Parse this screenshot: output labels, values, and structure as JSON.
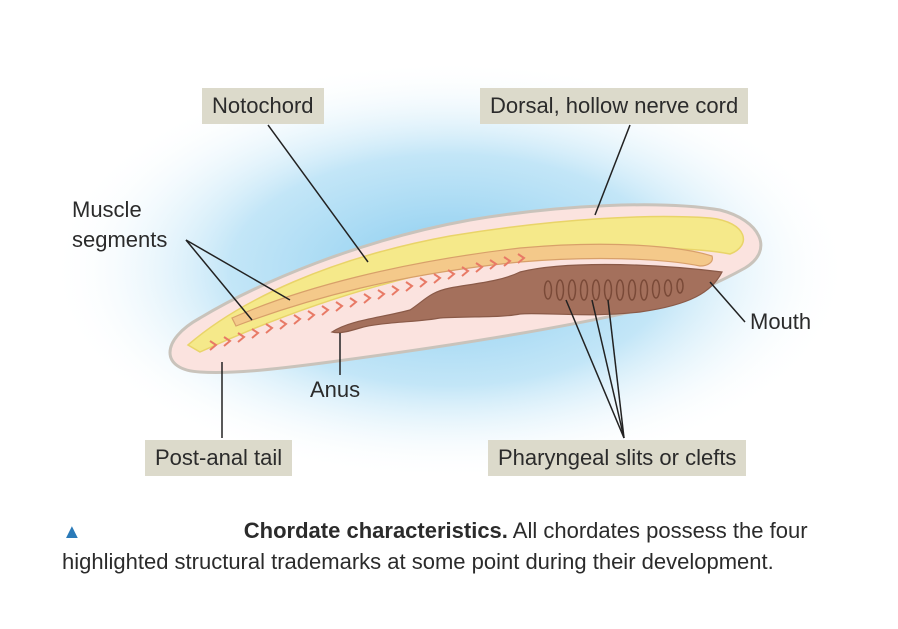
{
  "labels": {
    "notochord": "Notochord",
    "nerve_cord": "Dorsal, hollow nerve cord",
    "muscle_segments_line1": "Muscle",
    "muscle_segments_line2": "segments",
    "mouth": "Mouth",
    "anus": "Anus",
    "post_anal_tail": "Post-anal tail",
    "pharyngeal": "Pharyngeal slits or clefts"
  },
  "caption": {
    "marker": "▲",
    "title": "Chordate characteristics.",
    "text": " All chordates possess the four highlighted structural trademarks at some point during their development."
  },
  "colors": {
    "nerve_cord": "#f5e98a",
    "notochord": "#f4c98a",
    "body_fill": "#fbe3df",
    "gut": "#a4705c",
    "muscle_chevrons": "#e87a66",
    "glow": "#7fc8ee"
  }
}
